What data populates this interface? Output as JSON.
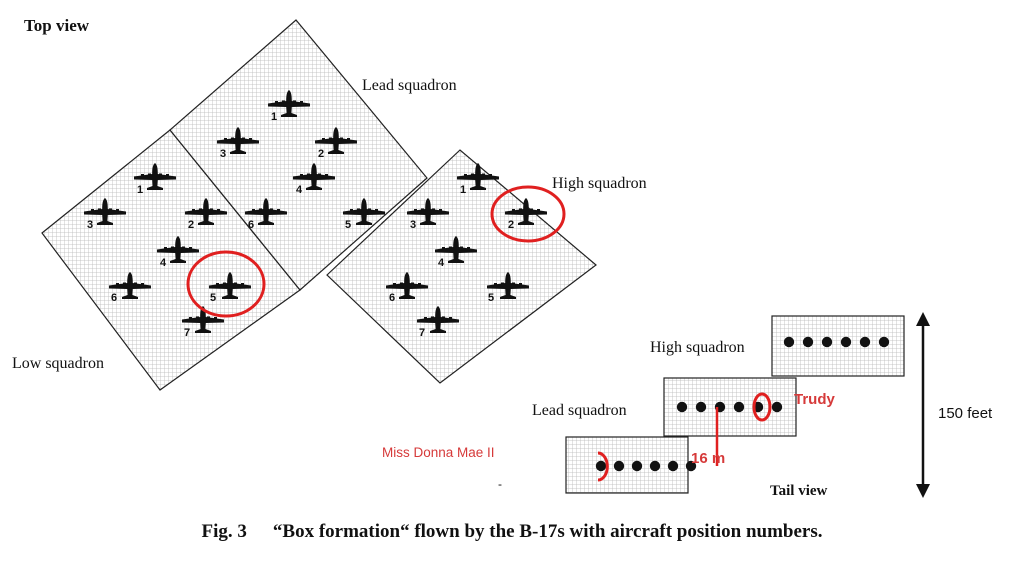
{
  "top_view": {
    "title": "Top view",
    "squadrons": {
      "lead": {
        "label": "Lead squadron",
        "positions": [
          "1",
          "2",
          "3",
          "4",
          "5",
          "6"
        ]
      },
      "low": {
        "label": "Low squadron",
        "positions": [
          "1",
          "2",
          "3",
          "4",
          "5",
          "6",
          "7"
        ]
      },
      "high": {
        "label": "High squadron",
        "positions": [
          "1",
          "2",
          "3",
          "4",
          "5",
          "6",
          "7"
        ]
      }
    }
  },
  "tail_view": {
    "title": "Tail view",
    "high_label": "High squadron",
    "lead_label": "Lead squadron",
    "height_label": "150 feet",
    "separation_label": "16 m",
    "trudy_label": "Trudy",
    "donna_label": "Miss Donna Mae II",
    "dot_counts": {
      "high": 6,
      "lead": 6,
      "low": 6
    }
  },
  "caption": {
    "number": "Fig. 3",
    "text": "“Box formation“ flown by the B-17s with aircraft position numbers."
  },
  "colors": {
    "highlight": "#e02020",
    "annotation_red": "#d63a3a",
    "ink": "#111111"
  }
}
